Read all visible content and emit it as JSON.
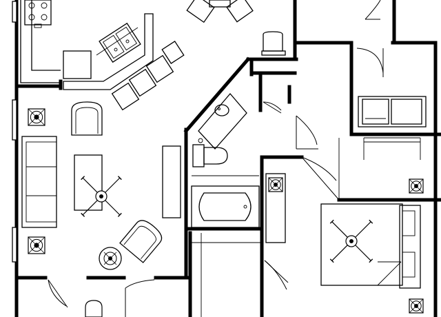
{
  "plan": {
    "description_visible": false,
    "style": {
      "ink": "#000000",
      "paper": "#ffffff"
    },
    "fans": [
      {
        "id": "fan-living"
      },
      {
        "id": "fan-bedroom"
      }
    ],
    "outlets": [
      {
        "id": "outlet-living-top"
      },
      {
        "id": "outlet-living-bottom"
      },
      {
        "id": "outlet-living-center"
      },
      {
        "id": "outlet-hall"
      },
      {
        "id": "outlet-bed-top"
      },
      {
        "id": "outlet-bed-bottom"
      }
    ]
  }
}
